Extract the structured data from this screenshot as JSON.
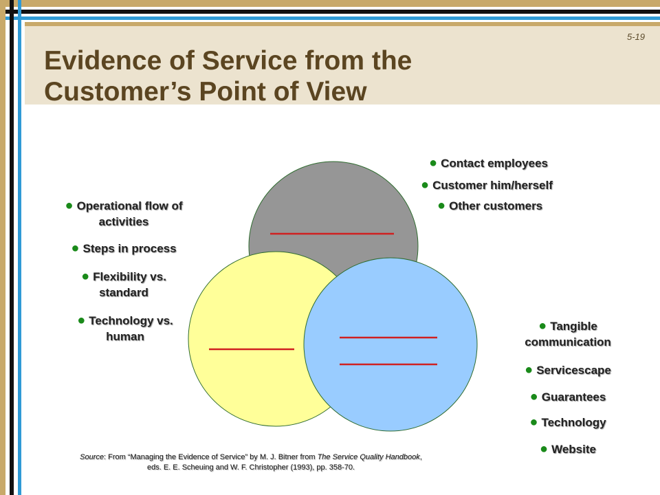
{
  "slide_number": "5-19",
  "title_line1": "Evidence of Service from the",
  "title_line2": "Customer’s Point of View",
  "colors": {
    "people_circle": "#969696",
    "process_circle": "#ffff99",
    "physical_circle": "#99ccff",
    "blank_line": "#d02020",
    "bullet": "#1a8a1a"
  },
  "people_items": [
    "Contact employees",
    "Customer him/herself",
    "Other customers"
  ],
  "process_items": [
    [
      "Operational flow of",
      "activities"
    ],
    [
      "Steps in process"
    ],
    [
      "Flexibility vs.",
      "standard"
    ],
    [
      "Technology vs.",
      "human"
    ]
  ],
  "physical_items": [
    [
      "Tangible",
      "communication"
    ],
    [
      "Servicescape"
    ],
    [
      "Guarantees"
    ],
    [
      "Technology"
    ],
    [
      "Website"
    ]
  ],
  "source": {
    "prefix": "Source",
    "text1": ": From “Managing the Evidence of Service” by M. J. Bitner from ",
    "book": "The Service Quality Handbook",
    "text2": ",",
    "line2": "eds. E. E. Scheuing and W. F. Christopher (1993), pp. 358-70."
  }
}
